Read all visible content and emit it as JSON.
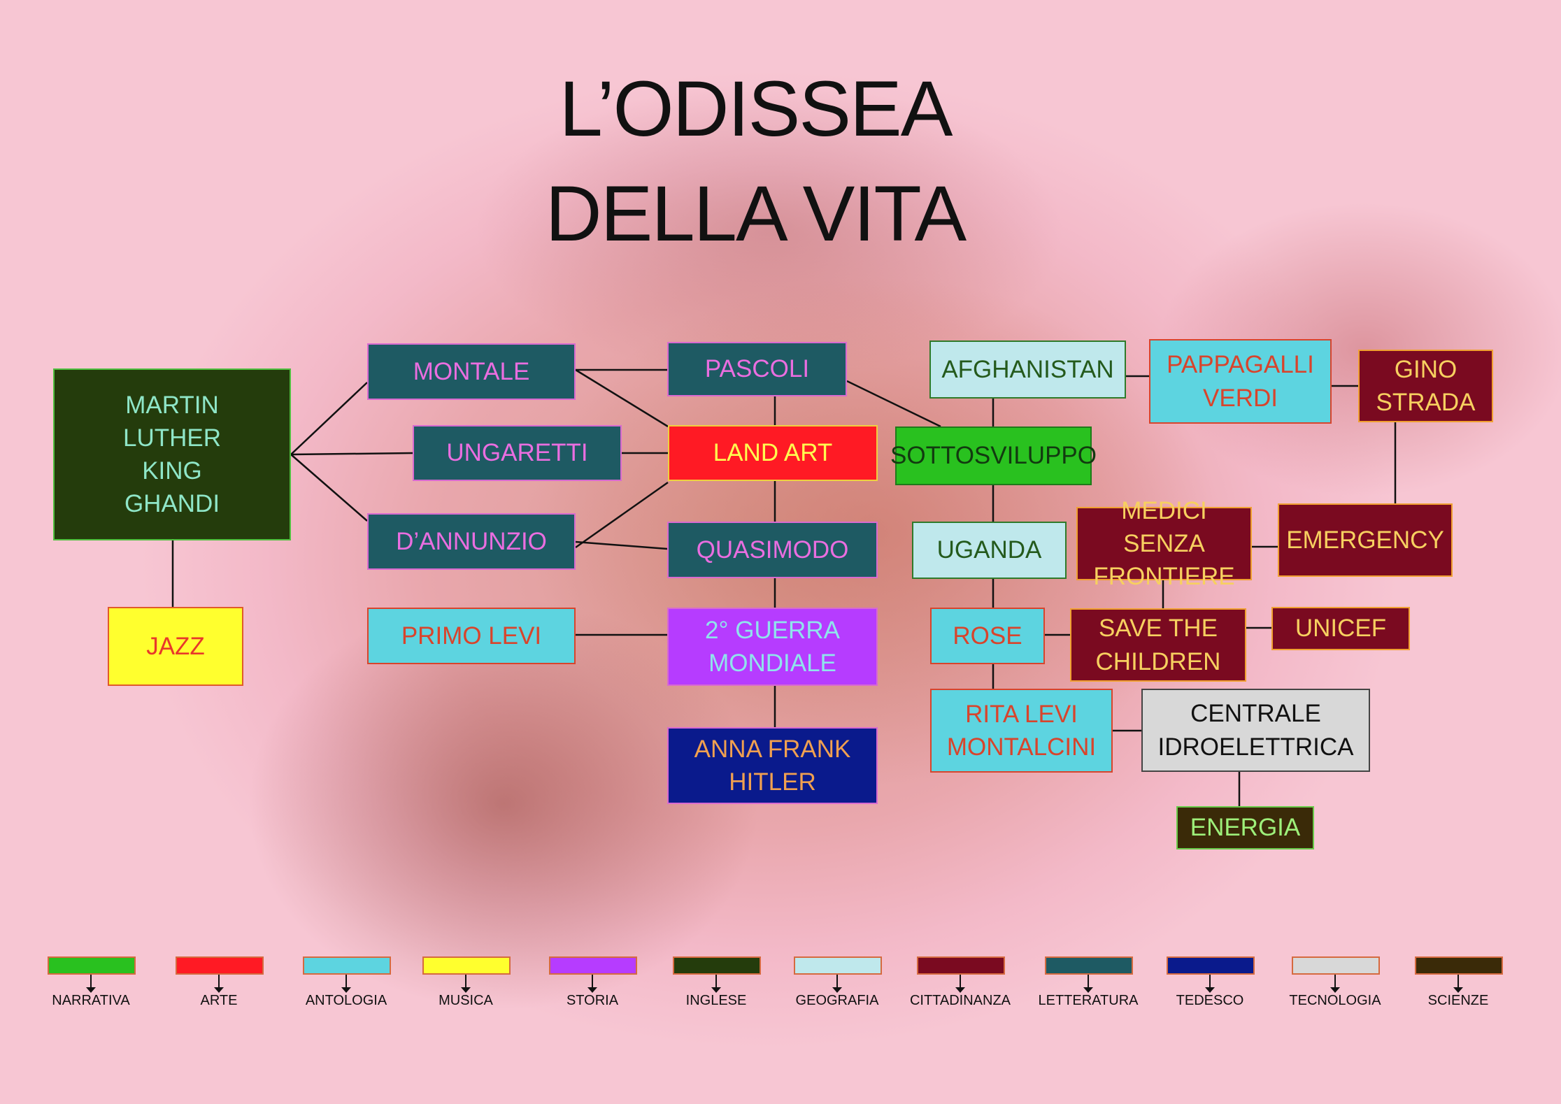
{
  "title": {
    "line1": "L’ODISSEA",
    "line2": "DELLA VITA"
  },
  "colors": {
    "narrativa": "#29c11f",
    "arte": "#ff1a24",
    "antologia": "#5dd4e0",
    "musica": "#ffff2e",
    "storia": "#b63cff",
    "inglese": "#243c0c",
    "geografia": "#bfe8ec",
    "cittadinanza": "#7a0a20",
    "letteratura": "#1e5a63",
    "tedesco": "#0a1a8c",
    "tecnologia": "#d8d8d8",
    "scienze": "#3a2a08"
  },
  "nodes": {
    "martin": "MARTIN\nLUTHER\nKING\nGHANDI",
    "jazz": "JAZZ",
    "montale": "MONTALE",
    "ungaretti": "UNGARETTI",
    "dannunzio": "D’ANNUNZIO",
    "primo_levi": "PRIMO LEVI",
    "pascoli": "PASCOLI",
    "land_art": "LAND ART",
    "quasimodo": "QUASIMODO",
    "guerra": "2° GUERRA\nMONDIALE",
    "anna_frank": "ANNA FRANK\nHITLER",
    "afghanistan": "AFGHANISTAN",
    "sottosviluppo": "SOTTOSVILUPPO",
    "uganda": "UGANDA",
    "rose": "ROSE",
    "rita": "RITA LEVI\nMONTALCINI",
    "pappagalli": "PAPPAGALLI\nVERDI",
    "gino": "GINO\nSTRADA",
    "medici": "MEDICI SENZA\nFRONTIERE",
    "emergency": "EMERGENCY",
    "save": "SAVE THE\nCHILDREN",
    "unicef": "UNICEF",
    "centrale": "CENTRALE\nIDROELETTRICA",
    "energia": "ENERGIA"
  },
  "legend": [
    {
      "label": "NARRATIVA",
      "color": "#29c11f"
    },
    {
      "label": "ARTE",
      "color": "#ff1a24"
    },
    {
      "label": "ANTOLOGIA",
      "color": "#5dd4e0"
    },
    {
      "label": "MUSICA",
      "color": "#ffff2e"
    },
    {
      "label": "STORIA",
      "color": "#b63cff"
    },
    {
      "label": "INGLESE",
      "color": "#243c0c"
    },
    {
      "label": "GEOGRAFIA",
      "color": "#bfe8ec"
    },
    {
      "label": "CITTADINANZA",
      "color": "#7a0a20"
    },
    {
      "label": "LETTERATURA",
      "color": "#1e5a63"
    },
    {
      "label": "TEDESCO",
      "color": "#0a1a8c"
    },
    {
      "label": "TECNOLOGIA",
      "color": "#d8d8d8"
    },
    {
      "label": "SCIENZE",
      "color": "#3a2a08"
    }
  ]
}
